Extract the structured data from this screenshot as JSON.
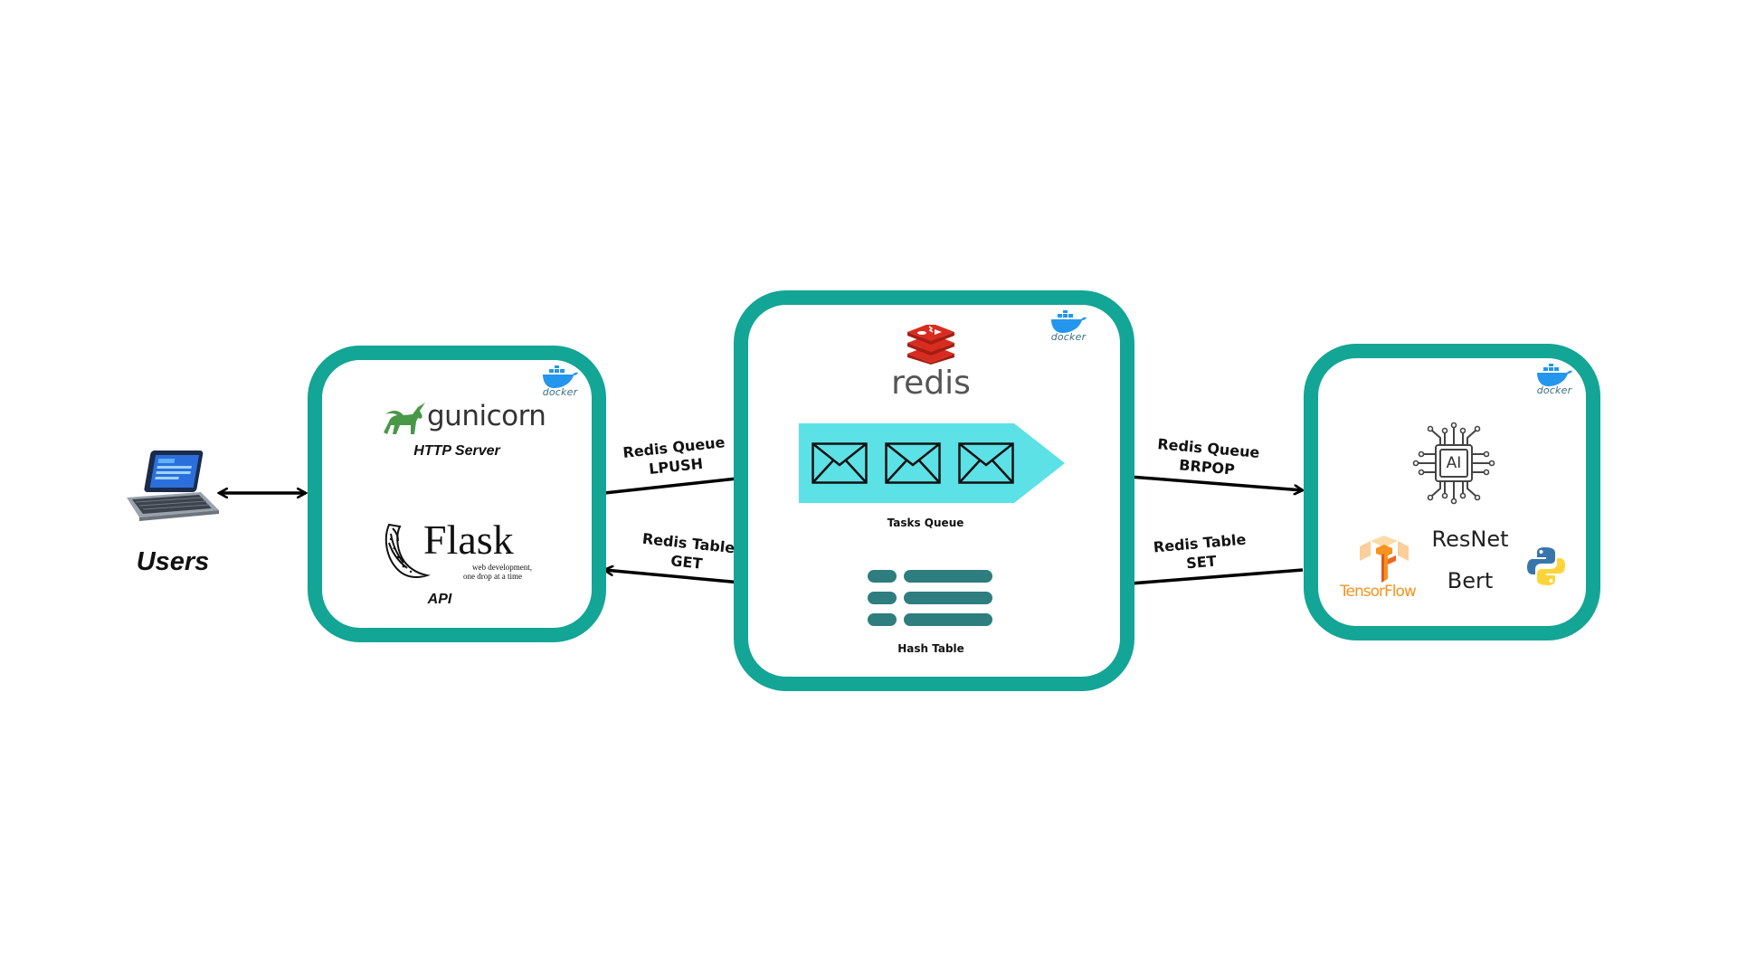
{
  "users": {
    "label": "Users"
  },
  "api_box": {
    "server_name": "gunicorn",
    "server_caption": "HTTP Server",
    "framework_name": "Flask",
    "framework_tagline_line1": "web development,",
    "framework_tagline_line2": "one drop at a time",
    "framework_caption": "API",
    "docker_label": "docker"
  },
  "redis_box": {
    "title": "redis",
    "queue_caption": "Tasks Queue",
    "table_caption": "Hash Table",
    "docker_label": "docker"
  },
  "model_box": {
    "chip_label": "AI",
    "tensorflow_label": "TensorFlow",
    "model_1": "ResNet",
    "model_2": "Bert",
    "docker_label": "docker"
  },
  "edges": {
    "push": {
      "line1": "Redis Queue",
      "line2": "LPUSH"
    },
    "get": {
      "line1": "Redis Table",
      "line2": "GET"
    },
    "pop": {
      "line1": "Redis Queue",
      "line2": "BRPOP"
    },
    "set": {
      "line1": "Redis Table",
      "line2": "SET"
    }
  },
  "colors": {
    "box_border": "#13a595",
    "queue_fill": "#5ce1e6",
    "hash_rows": "#2e7d7f",
    "redis_red": "#d82c20",
    "gunicorn_green": "#499848",
    "docker_blue": "#2496ed"
  }
}
